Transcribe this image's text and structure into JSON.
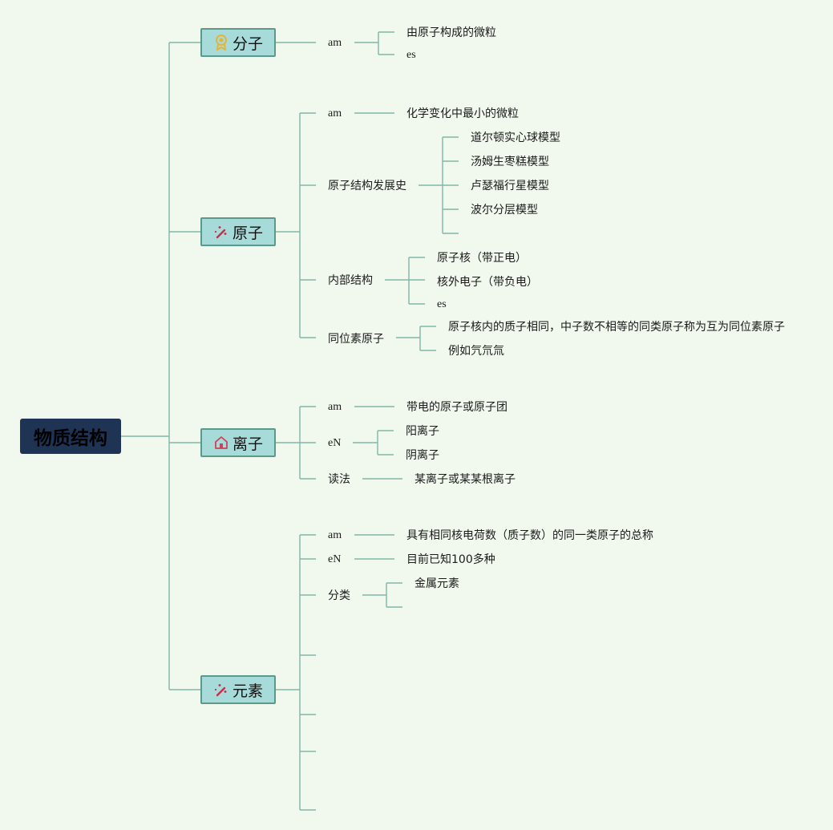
{
  "root": {
    "label": "物质结构"
  },
  "branches": [
    {
      "label": "分子",
      "icon": "ribbon-award-icon",
      "icon_color": "#e2b53a"
    },
    {
      "label": "原子",
      "icon": "wand-sparkle-icon",
      "icon_color": "#c62e4a"
    },
    {
      "label": "离子",
      "icon": "house-icon",
      "icon_color": "#d0405a"
    },
    {
      "label": "元素",
      "icon": "wand-sparkle-icon",
      "icon_color": "#c62e4a"
    }
  ],
  "nodes": {
    "m_am": "am",
    "m_am_1": "由原子构成的微粒",
    "m_am_2": "es",
    "a_am": "am",
    "a_am_1": "化学变化中最小的微粒",
    "a_hist": "原子结构发展史",
    "a_hist_1": "道尔顿实心球模型",
    "a_hist_2": "汤姆生枣糕模型",
    "a_hist_3": "卢瑟福行星模型",
    "a_hist_4": "波尔分层模型",
    "a_in": "内部结构",
    "a_in_1": "原子核（带正电）",
    "a_in_2": "核外电子（带负电）",
    "a_in_3": "es",
    "a_iso": "同位素原子",
    "a_iso_1": "原子核内的质子相同，中子数不相等的同类原子称为互为同位素原子",
    "a_iso_2": "例如氕氘氚",
    "i_am": "am",
    "i_am_1": "带电的原子或原子团",
    "i_en": "eN",
    "i_en_1": "阳离子",
    "i_en_2": "阴离子",
    "i_read": "读法",
    "i_read_1": "某离子或某某根离子",
    "e_am": "am",
    "e_am_1": "具有相同核电荷数（质子数）的同一类原子的总称",
    "e_en": "eN",
    "e_en_1": "目前已知100多种",
    "e_cls": "分类",
    "e_cls_1": "金属元素"
  },
  "colors": {
    "background": "#f1f9ef",
    "root_fill": "#1f3354",
    "branch_fill": "#a6dbd9",
    "branch_border": "#5a9a8a",
    "line": "#7fb7a6"
  }
}
